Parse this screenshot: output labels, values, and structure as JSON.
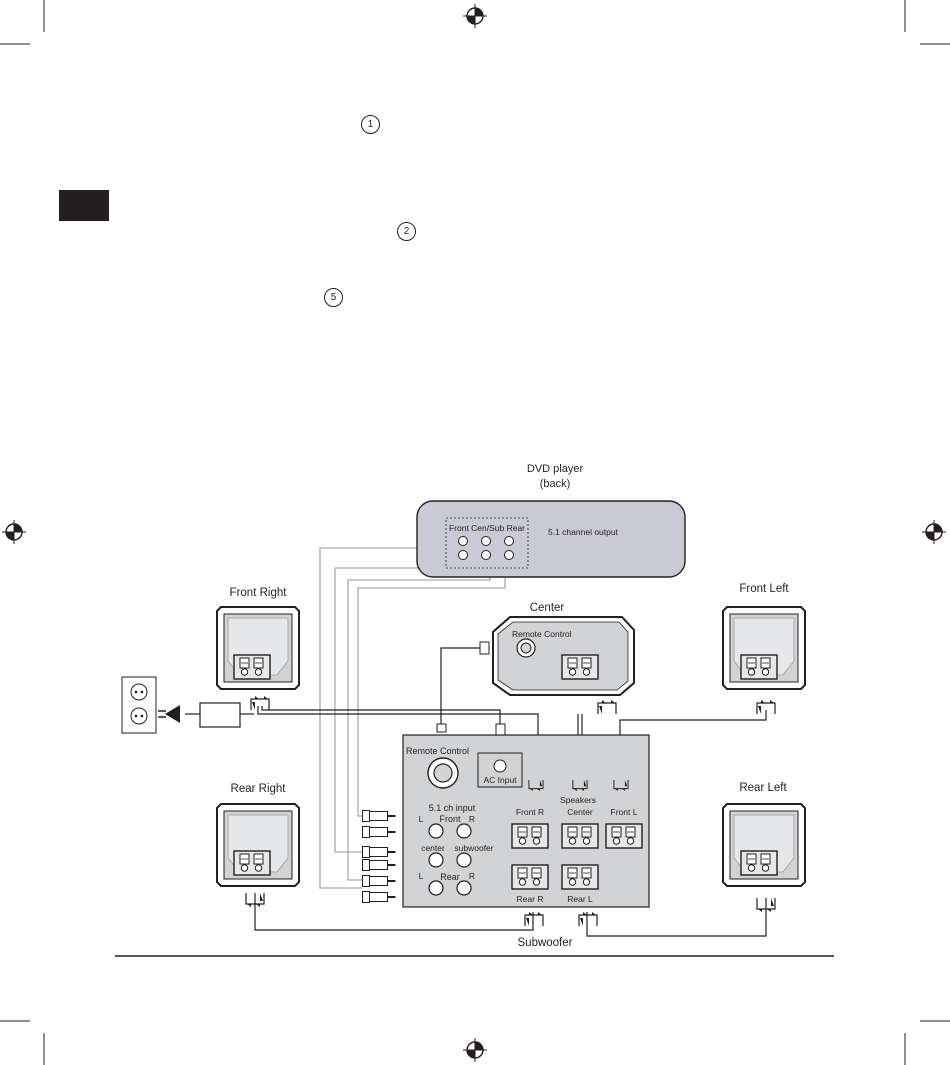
{
  "callouts": [
    "1",
    "2",
    "5"
  ],
  "dvd_player": {
    "title_line1": "DVD player",
    "title_line2": "(back)",
    "group_label": "Front Cen/Sub Rear",
    "output_label": "5.1 channel output"
  },
  "speakers": {
    "front_right": "Front Right",
    "front_left": "Front Left",
    "center": "Center",
    "rear_right": "Rear Right",
    "rear_left": "Rear Left"
  },
  "center_remote_label": "Remote Control",
  "subwoofer": {
    "title": "Subwoofer",
    "remote_label": "Remote Control",
    "ac_input": "AC Input",
    "input_label": "5.1 ch input",
    "in_l1": "L",
    "in_front": "Front",
    "in_r1": "R",
    "in_center": "center",
    "in_subwoofer": "subwoofer",
    "in_l2": "L",
    "in_rear": "Rear",
    "in_r2": "R",
    "speakers_label": "Speakers",
    "out_front_r": "Front R",
    "out_center": "Center",
    "out_front_l": "Front L",
    "out_rear_r": "Rear R",
    "out_rear_l": "Rear L"
  },
  "colors": {
    "ink": "#231f20",
    "player_fill": "#c9cad6",
    "cable_gray": "#a7a9ac",
    "speaker_fill": "#d1d3d4"
  }
}
